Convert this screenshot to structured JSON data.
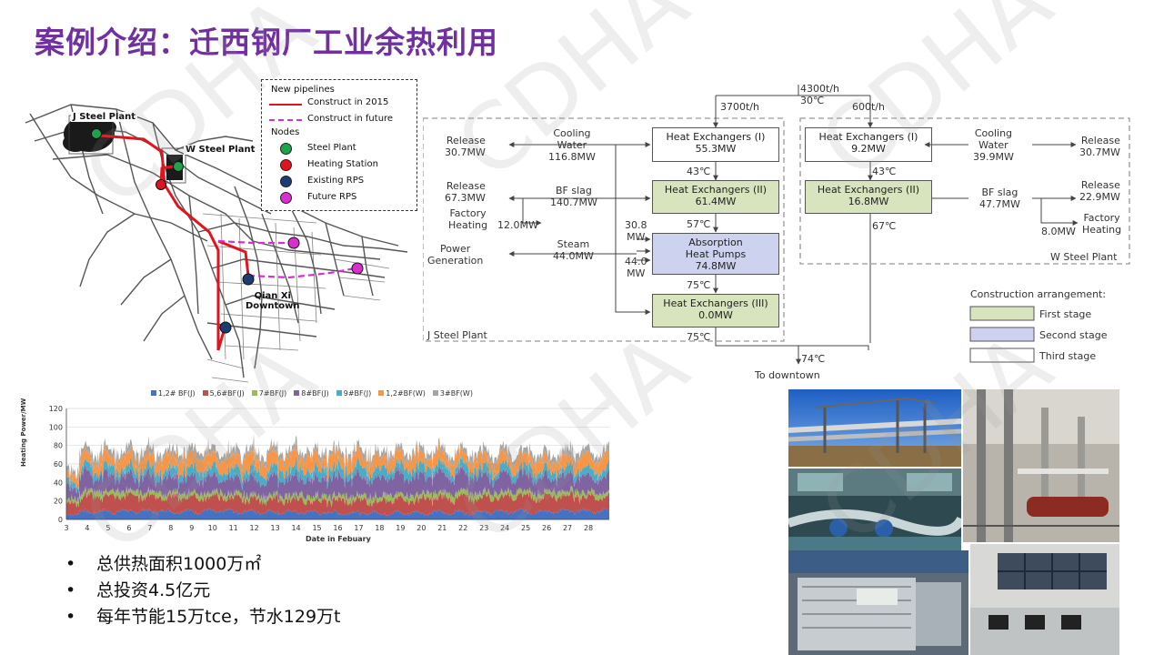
{
  "slide": {
    "title": "案例介绍：迁西钢厂工业余热利用",
    "watermark": "CDHA"
  },
  "map": {
    "legend": {
      "pipelines_header": "New pipelines",
      "construct_2015": "Construct in 2015",
      "construct_future": "Construct  in future",
      "nodes_header": "Nodes",
      "steel_plant": "Steel Plant",
      "heating_station": "Heating Station",
      "existing_rps": "Existing RPS",
      "future_rps": "Future RPS"
    },
    "labels": {
      "j_steel_plant": "J Steel Plant",
      "w_steel_plant": "W Steel Plant",
      "downtown_1": "Qian Xi",
      "downtown_2": "Downtown"
    },
    "colors": {
      "steel_plant": "#1fa34a",
      "heating_station": "#e0141e",
      "existing_rps": "#1f3b73",
      "future_rps": "#d92fd0",
      "pipeline_2015": "#e0141e",
      "pipeline_future": "#d92fd0"
    }
  },
  "flow": {
    "inputs": {
      "total_flow": "4300t/h",
      "total_temp": "30℃",
      "j_flow": "3700t/h",
      "w_flow": "600t/h"
    },
    "j_plant": {
      "label": "J Steel Plant",
      "release_1_label": "Release",
      "release_1_value": "30.7MW",
      "cooling_water_1": "Cooling",
      "cooling_water_2": "Water",
      "cooling_water_value": "116.8MW",
      "release_2_label": "Release",
      "release_2_value": "67.3MW",
      "bf_slag_label": "BF slag",
      "bf_slag_value": "140.7MW",
      "factory_1": "Factory",
      "factory_2": "Heating",
      "factory_value": "12.0MW",
      "steam_label": "Steam",
      "steam_value": "44.0MW",
      "power_1": "Power",
      "power_2": "Generation",
      "side_1_value": "30.8",
      "side_1_unit": "MW",
      "side_2_value": "44.0",
      "side_2_unit": "MW",
      "hx1_name": "Heat Exchangers (I)",
      "hx1_value": "55.3MW",
      "hx2_name": "Heat Exchangers (II)",
      "hx2_value": "61.4MW",
      "ahp_1": "Absorption",
      "ahp_2": "Heat Pumps",
      "ahp_value": "74.8MW",
      "hx3_name": "Heat Exchangers (III)",
      "hx3_value": "0.0MW",
      "t_43": "43℃",
      "t_57": "57℃",
      "t_75a": "75℃",
      "t_75b": "75℃"
    },
    "w_plant": {
      "label": "W Steel Plant",
      "hx1_name": "Heat Exchangers (I)",
      "hx1_value": "9.2MW",
      "hx2_name": "Heat Exchangers (II)",
      "hx2_value": "16.8MW",
      "t_43": "43℃",
      "t_67": "67℃",
      "cooling_water_1": "Cooling",
      "cooling_water_2": "Water",
      "cooling_water_value": "39.9MW",
      "release_1_label": "Release",
      "release_1_value": "30.7MW",
      "bf_slag_label": "BF slag",
      "bf_slag_value": "47.7MW",
      "release_2_label": "Release",
      "release_2_value": "22.9MW",
      "factory_1": "Factory",
      "factory_2": "Heating",
      "factory_value": "8.0MW"
    },
    "output": {
      "temp": "74℃",
      "label": "To downtown"
    },
    "arrangement": {
      "title": "Construction arrangement:",
      "first": "First stage",
      "second": "Second stage",
      "third": "Third stage"
    }
  },
  "chart_data": {
    "type": "area",
    "stacked": true,
    "title": "",
    "xlabel": "Date in Febuary",
    "ylabel": "Heating Power/MW",
    "ylim": [
      0,
      120
    ],
    "yticks": [
      0,
      20,
      40,
      60,
      80,
      100,
      120
    ],
    "xlim": [
      3,
      29
    ],
    "xticks": [
      3,
      4,
      5,
      6,
      7,
      8,
      9,
      10,
      11,
      12,
      13,
      14,
      15,
      16,
      17,
      18,
      19,
      20,
      21,
      22,
      23,
      24,
      25,
      26,
      27,
      28
    ],
    "legend_position": "top",
    "grid": true,
    "series": [
      {
        "name": "1,2# BF(J)",
        "color": "#4472c4",
        "mean": 8
      },
      {
        "name": "5,6#BF(J)",
        "color": "#c0504d",
        "mean": 15
      },
      {
        "name": "7#BF(J)",
        "color": "#9bbb59",
        "mean": 5
      },
      {
        "name": "8#BF(J)",
        "color": "#8064a2",
        "mean": 18
      },
      {
        "name": "9#BF(J)",
        "color": "#4bacc6",
        "mean": 9
      },
      {
        "name": "1,2#BF(W)",
        "color": "#f79646",
        "mean": 13
      },
      {
        "name": "3#BF(W)",
        "color": "#a5a5a5",
        "mean": 6
      }
    ]
  },
  "bullets": [
    "总供热面积1000万㎡",
    "总投资4.5亿元",
    "每年节能15万tce，节水129万t"
  ]
}
